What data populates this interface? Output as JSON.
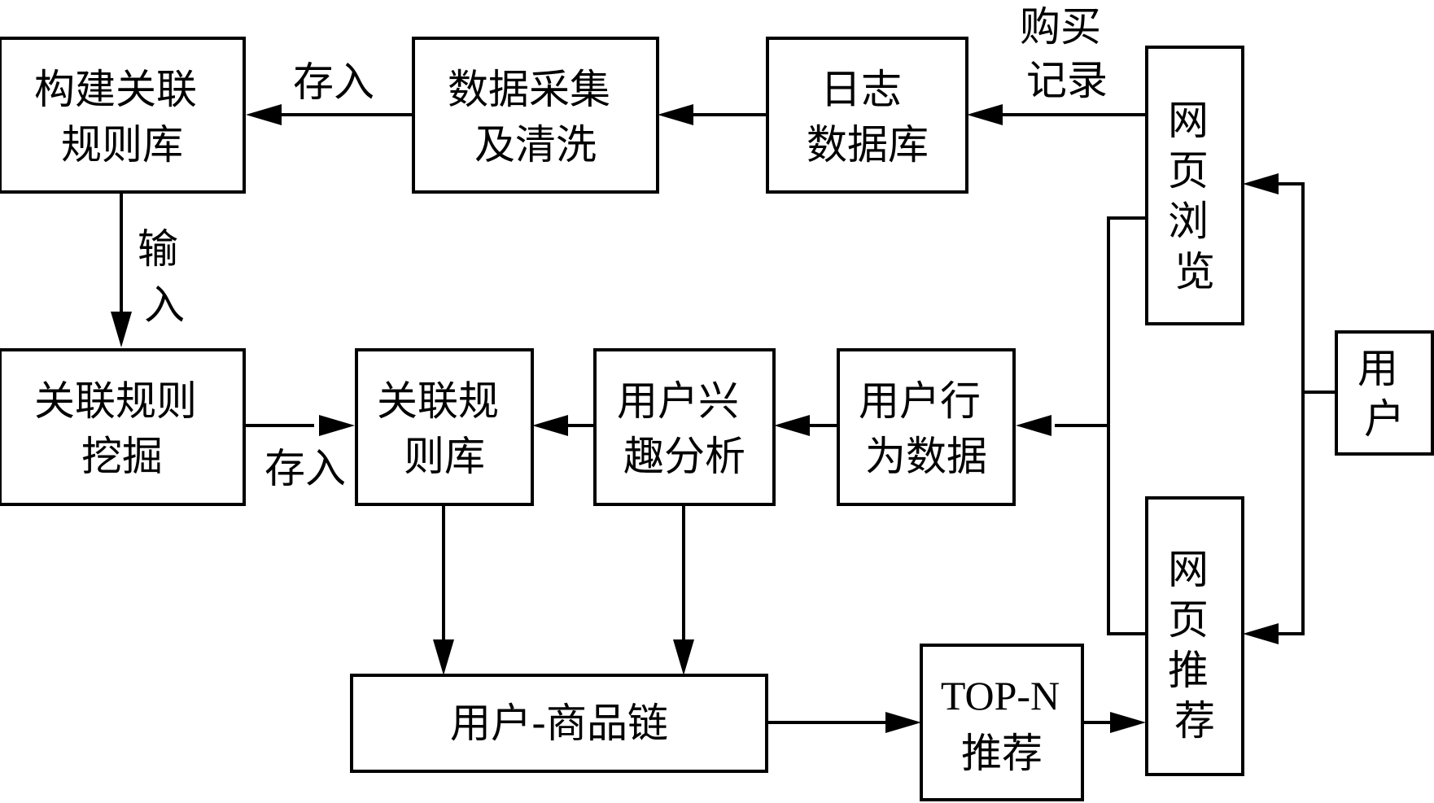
{
  "nodes": {
    "build_rule_base": [
      "构建关联",
      "规则库"
    ],
    "data_collect": [
      "数据采集",
      "及清洗"
    ],
    "log_db": [
      "日志",
      "数据库"
    ],
    "web_browse": [
      "网",
      "页",
      "浏",
      "览"
    ],
    "rule_mining": [
      "关联规则",
      "挖掘"
    ],
    "rule_base": [
      "关联规",
      "则库"
    ],
    "interest_analysis": [
      "用户兴",
      "趣分析"
    ],
    "behavior_data": [
      "用户行",
      "为数据"
    ],
    "user": [
      "用",
      "户"
    ],
    "user_goods_chain": [
      "用户-商品链"
    ],
    "top_n": [
      "TOP-N",
      "推荐"
    ],
    "web_recommend": [
      "网",
      "页",
      "推",
      "荐"
    ]
  },
  "edge_labels": {
    "store_1": [
      "存入"
    ],
    "store_2": [
      "存入"
    ],
    "input": [
      "输",
      "入"
    ],
    "purchase_record": [
      "购买",
      "记录"
    ]
  }
}
